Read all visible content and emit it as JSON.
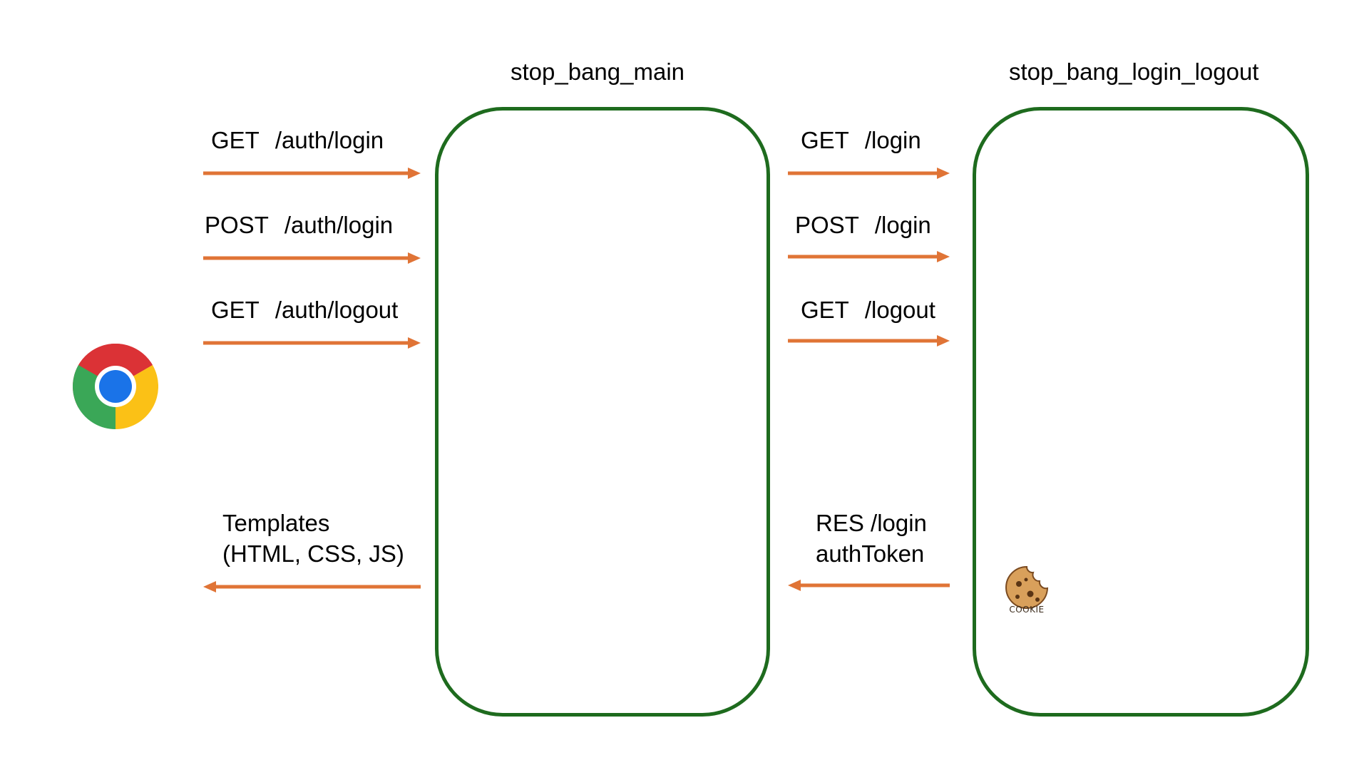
{
  "colors": {
    "box_border": "#1e6b1e",
    "arrow": "#e07436",
    "text": "#000000",
    "background": "#ffffff"
  },
  "services": {
    "main": {
      "title": "stop_bang_main"
    },
    "login_logout": {
      "title": "stop_bang_login_logout"
    }
  },
  "client_requests": [
    {
      "method": "GET",
      "path": "/auth/login",
      "direction": "right"
    },
    {
      "method": "POST",
      "path": "/auth/login",
      "direction": "right"
    },
    {
      "method": "GET",
      "path": "/auth/logout",
      "direction": "right"
    }
  ],
  "client_response": {
    "line1": "Templates",
    "line2": "(HTML, CSS, JS)",
    "direction": "left"
  },
  "internal_requests": [
    {
      "method": "GET",
      "path": "/login",
      "direction": "right"
    },
    {
      "method": "POST",
      "path": "/login",
      "direction": "right"
    },
    {
      "method": "GET",
      "path": "/logout",
      "direction": "right"
    }
  ],
  "internal_response": {
    "line1": "RES /login",
    "line2": "authToken",
    "direction": "left"
  },
  "icons": {
    "client": "chrome-browser-icon",
    "token": "cookie-icon"
  },
  "cookie_caption": "COOKIE"
}
